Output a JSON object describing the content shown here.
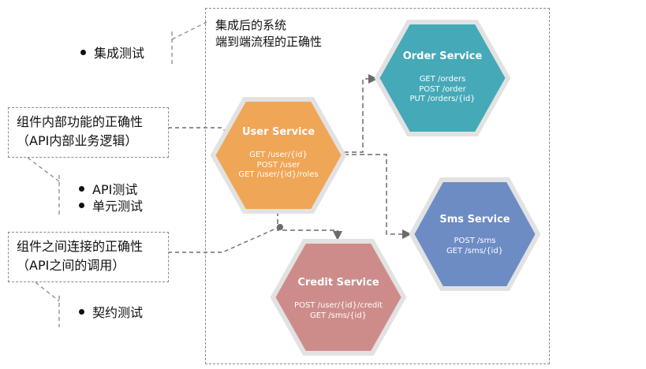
{
  "system": {
    "title_line1": "集成后的系统",
    "title_line2": "端到端流程的正确性"
  },
  "tests": {
    "integration": "集成测试",
    "api": "API测试",
    "unit": "单元测试",
    "contract": "契约测试"
  },
  "notes": {
    "internal_line1": "组件内部功能的正确性",
    "internal_line2": "（API内部业务逻辑）",
    "between_line1": "组件之间连接的正确性",
    "between_line2": "（API之间的调用）"
  },
  "services": {
    "user": {
      "name": "User Service",
      "color": "#f0a657",
      "endpoints": [
        "GET /user/{id}",
        "POST /user",
        "GET /user/{id}/roles"
      ]
    },
    "order": {
      "name": "Order Service",
      "color": "#45a9b8",
      "endpoints": [
        "GET /orders",
        "POST /order",
        "PUT /orders/{id}"
      ]
    },
    "sms": {
      "name": "Sms Service",
      "color": "#6d8cc4",
      "endpoints": [
        "POST /sms",
        "GET /sms/{id}"
      ]
    },
    "credit": {
      "name": "Credit Service",
      "color": "#cd8c8a",
      "endpoints": [
        "POST /user/{id}/credit",
        "GET /sms/{id}"
      ]
    }
  }
}
